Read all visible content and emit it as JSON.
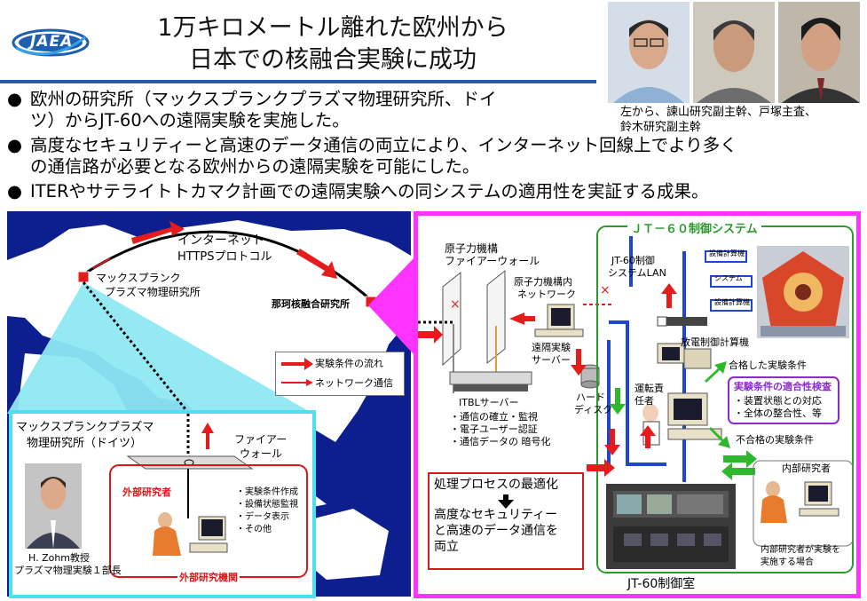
{
  "logo": {
    "text": "JAEA"
  },
  "title": {
    "line1": "1万キロメートル離れた欧州から",
    "line2": "日本での核融合実験に成功"
  },
  "bullets": [
    {
      "line1": "欧州の研究所（マックスプランクプラズマ物理研究所、ドイ",
      "line2": "ツ）からJT-60への遠隔実験を実施した。"
    },
    {
      "line1": "高度なセキュリティーと高速のデータ通信の両立により、インターネット回線上でより多く",
      "line2": "の通信路が必要となる欧州からの遠隔実験を可能にした。"
    },
    {
      "line1": "ITERやサテライトトカマク計画での遠隔実験への同システムの適用性を実証する成果。"
    }
  ],
  "photos": {
    "caption_line1": "左から、諫山研究副主幹、戸塚主査、",
    "caption_line2": "鈴木研究副主幹"
  },
  "map": {
    "internet_line1": "インターネット",
    "internet_line2": "HTTPSプロトコル",
    "site_europe_line1": "マックスプランク",
    "site_europe_line2": "プラズマ物理研究所",
    "site_japan": "那珂核融合研究所",
    "legend": {
      "flow": "実験条件の流れ",
      "network": "ネットワーク通信"
    }
  },
  "inset": {
    "title_line1": "マックスプランクプラズマ",
    "title_line2": "物理研究所（ドイツ）",
    "firewall_line1": "ファイアー",
    "firewall_line2": "ウォール",
    "researcher": "外部研究者",
    "tasks": [
      "・実験条件作成",
      "・設備状態監視",
      "・データ表示",
      "・その他"
    ],
    "institution": "外部研究機関",
    "person_line1": "H. Zohm教授",
    "person_line2": "プラズマ物理実験１部長"
  },
  "system": {
    "firewall_line1": "原子力機構",
    "firewall_line2": "ファイアーウォール",
    "inner_network_line1": "原子力機構内",
    "inner_network_line2": "ネットワーク",
    "remote_server_line1": "遠隔実験",
    "remote_server_line2": "サーバー",
    "itbl_server": "ITBLサーバー",
    "itbl_funcs": [
      "・通信の確立・監視",
      "・電子ユーザー認証",
      "・通信データの 暗号化"
    ],
    "harddisk_line1": "ハード",
    "harddisk_line2": "ディスク",
    "control_title": "ＪＴ－６０制御システム",
    "lan_line1": "JT-60制御",
    "lan_line2": "システムLAN",
    "facility_computer_line1": "設備計算機",
    "facility_computer_line2": "システム",
    "discharge_computer": "放電制御計算機",
    "passed": "合格した実験条件",
    "check_title": "実験条件の適合性検査",
    "check_items": [
      "・装置状態との対応",
      "・全体の整合性、等"
    ],
    "operator_line1": "運転責",
    "operator_line2": "任者",
    "failed": "不合格の実験条件",
    "internal_researcher": "内部研究者",
    "internal_caption_line1": "内部研究者が実験を",
    "internal_caption_line2": "実施する場合",
    "process_line1": "処理プロセスの最適化",
    "process_line2": "高度なセキュリティー",
    "process_line3": "と高速のデータ通信を",
    "process_line4": "両立",
    "control_room": "JT-60制御室"
  }
}
